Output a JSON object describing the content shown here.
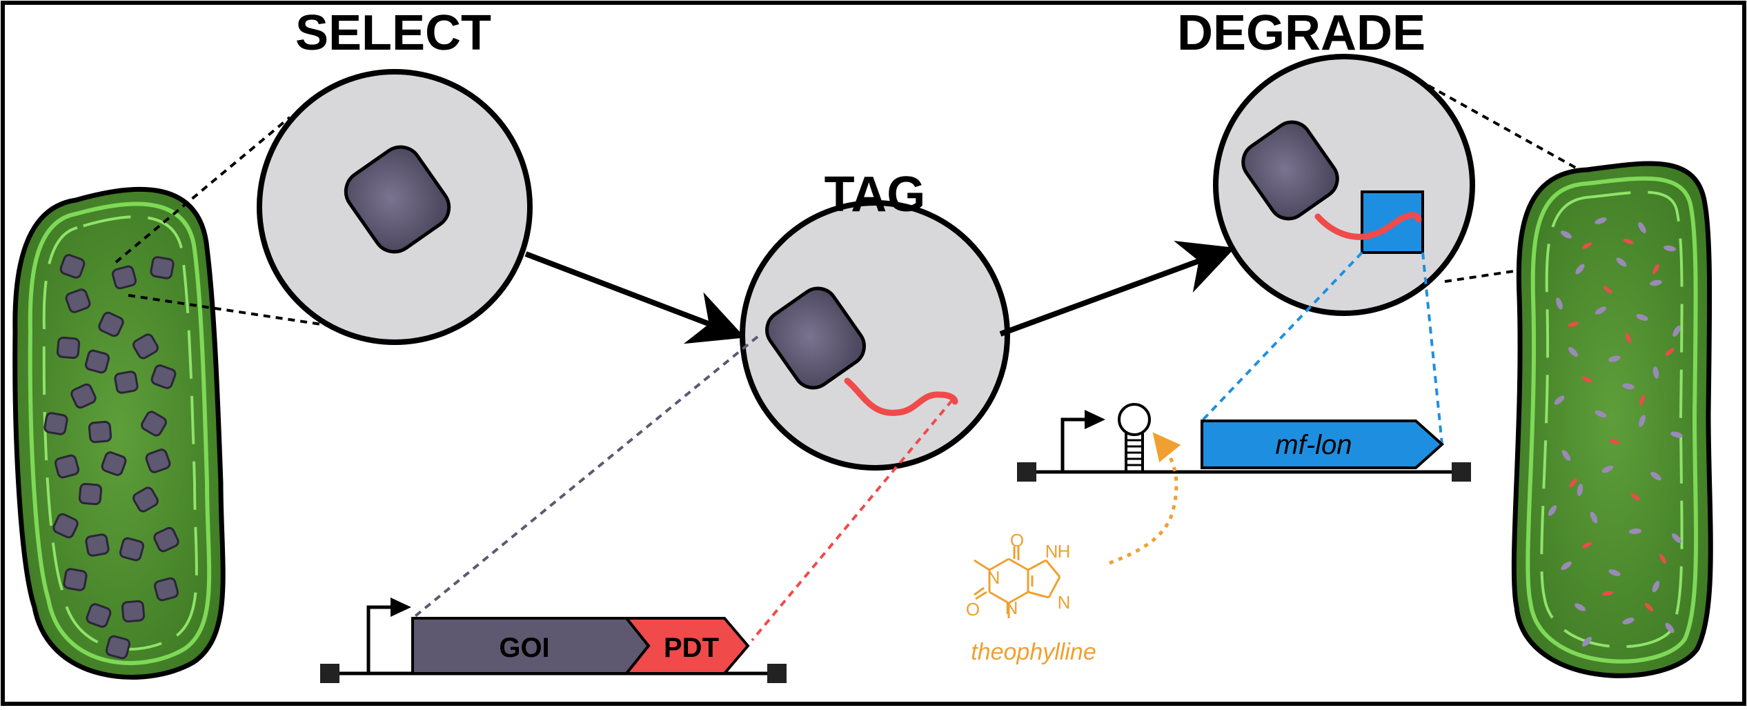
{
  "titles": {
    "select": "SELECT",
    "tag": "TAG",
    "degrade": "DEGRADE"
  },
  "genes": {
    "goi": "GOI",
    "pdt": "PDT",
    "mf_lon": "mf-lon"
  },
  "molecule": {
    "name": "theophylline",
    "atoms": {
      "o_top": "O",
      "nh": "N",
      "h": "H",
      "n_left": "N",
      "o_left": "O",
      "n_bottom": "N",
      "n_right": "N"
    }
  },
  "colors": {
    "cell_green": "#4E8F2E",
    "cell_border": "#6CC04A",
    "protein_purple": "#5E5870",
    "tag_red": "#F04A4A",
    "protease_blue": "#1E8FE0",
    "zoom_gray": "#D8D8DA",
    "theophylline_orange": "#F0A030"
  }
}
